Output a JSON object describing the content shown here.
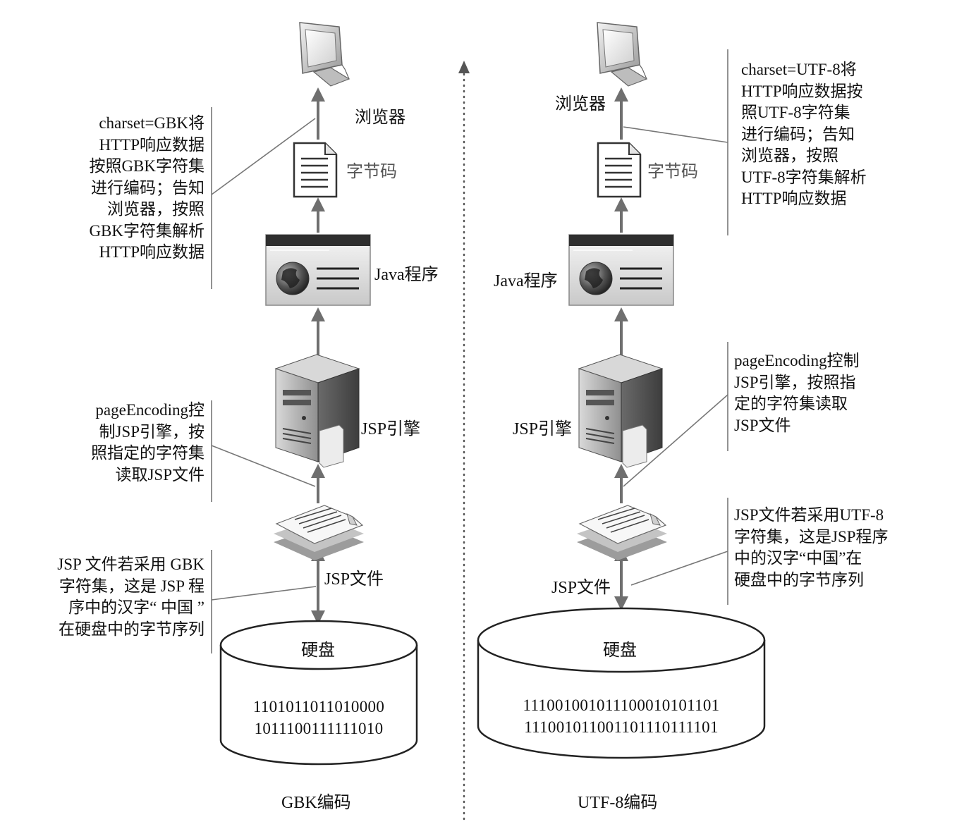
{
  "left": {
    "browser_label": "浏览器",
    "bytecode_label": "字节码",
    "java_label": "Java程序",
    "engine_label": "JSP引擎",
    "file_label": "JSP文件",
    "disk_label": "硬盘",
    "disk_bits": [
      "1101011011010000",
      "1011100111111010"
    ],
    "caption": "GBK编码",
    "note_charset": [
      "charset=GBK将",
      "HTTP响应数据",
      "按照GBK字符集",
      "进行编码；告知",
      "浏览器，按照",
      "GBK字符集解析",
      "HTTP响应数据"
    ],
    "note_page_encoding": [
      "pageEncoding控",
      "制JSP引擎，按",
      "照指定的字符集",
      "读取JSP文件"
    ],
    "note_bytes": [
      "JSP 文件若采用 GBK",
      "字符集，这是 JSP 程",
      "序中的汉字“ 中国 ”",
      "在硬盘中的字节序列"
    ]
  },
  "right": {
    "browser_label": "浏览器",
    "bytecode_label": "字节码",
    "java_label": "Java程序",
    "engine_label": "JSP引擎",
    "file_label": "JSP文件",
    "disk_label": "硬盘",
    "disk_bits": [
      "111001001011100010101101",
      "111001011001101110111101"
    ],
    "caption": "UTF-8编码",
    "note_charset": [
      "charset=UTF-8将",
      "HTTP响应数据按",
      "照UTF-8字符集",
      "进行编码；告知",
      "浏览器，按照",
      "UTF-8字符集解析",
      "HTTP响应数据"
    ],
    "note_page_encoding": [
      "pageEncoding控制",
      "JSP引擎，按照指",
      "定的字符集读取",
      "JSP文件"
    ],
    "note_bytes": [
      "JSP文件若采用UTF-8",
      "字符集，这是JSP程序",
      "中的汉字“中国”在",
      "硬盘中的字节序列"
    ]
  },
  "colors": {
    "arrow": "#6f6f6f",
    "leader": "#777777",
    "divider": "#555555",
    "icon_dark": "#3a3a3a",
    "icon_mid": "#8a8a8a",
    "icon_light": "#d8d8d8"
  }
}
